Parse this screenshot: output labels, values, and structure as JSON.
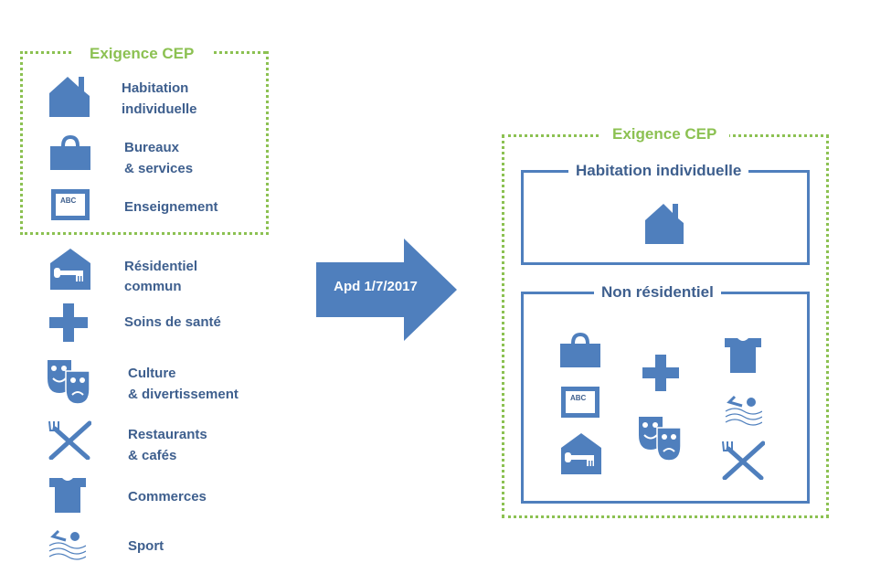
{
  "colors": {
    "icon_blue": "#4f7fbd",
    "text_blue": "#3e5f8e",
    "green": "#8cc152"
  },
  "left": {
    "group_title": "Exigence CEP",
    "items": [
      {
        "icon": "house-icon",
        "line1": "Habitation",
        "line2": "individuelle"
      },
      {
        "icon": "briefcase-icon",
        "line1": "Bureaux",
        "line2": "& services"
      },
      {
        "icon": "blackboard-abc-icon",
        "line1": "Enseignement",
        "line2": "",
        "abc": "ABC"
      },
      {
        "icon": "house-key-icon",
        "line1": "Résidentiel",
        "line2": "commun"
      },
      {
        "icon": "cross-icon",
        "line1": "Soins de santé",
        "line2": ""
      },
      {
        "icon": "theater-masks-icon",
        "line1": "Culture",
        "line2": "& divertissement"
      },
      {
        "icon": "fork-knife-icon",
        "line1": "Restaurants",
        "line2": "& cafés"
      },
      {
        "icon": "tshirt-icon",
        "line1": "Commerces",
        "line2": ""
      },
      {
        "icon": "swimmer-icon",
        "line1": "Sport",
        "line2": ""
      }
    ]
  },
  "arrow": {
    "label": "Apd 1/7/2017"
  },
  "right": {
    "group_title": "Exigence CEP",
    "box1_title": "Habitation individuelle",
    "box2_title": "Non résidentiel",
    "abc": "ABC"
  }
}
